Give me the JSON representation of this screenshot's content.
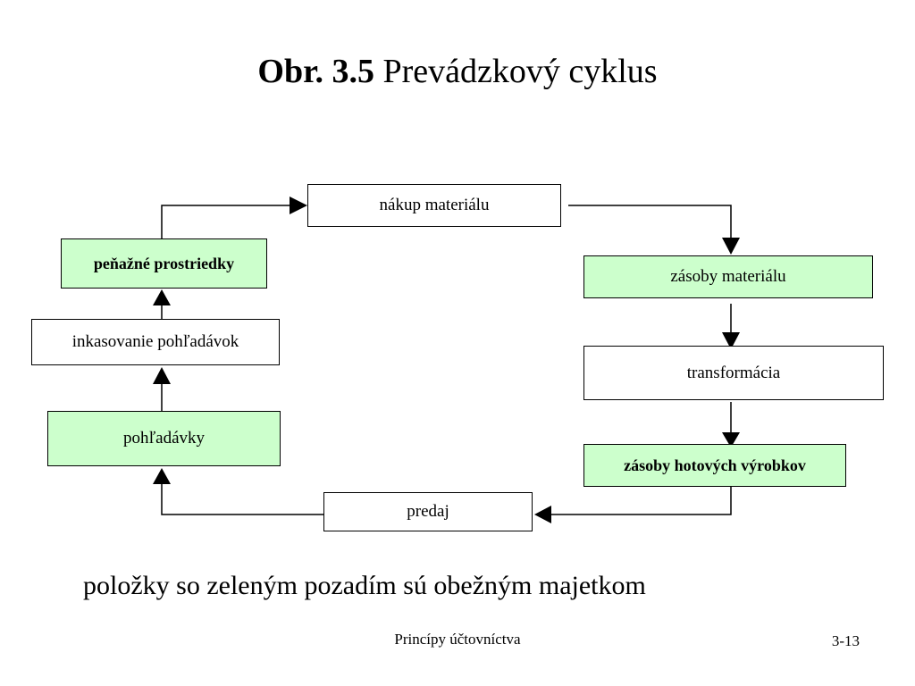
{
  "title": {
    "number": "Obr. 3.5",
    "text": "Prevádzkový cyklus"
  },
  "boxes": {
    "nakup": "nákup materiálu",
    "penazne": "peňažné prostriedky",
    "zasoby_materialu": "zásoby materiálu",
    "inkasovanie": "inkasovanie pohľadávok",
    "transformacia": "transformácia",
    "pohladavky": "pohľadávky",
    "zasoby_hotovych": "zásoby hotových výrobkov",
    "predaj": "predaj"
  },
  "caption": "položky so zeleným pozadím sú obežným majetkom",
  "footer": {
    "center": "Princípy účtovníctva",
    "page": "3-13"
  },
  "colors": {
    "current_asset_fill": "#ccffcc",
    "line": "#000000"
  }
}
